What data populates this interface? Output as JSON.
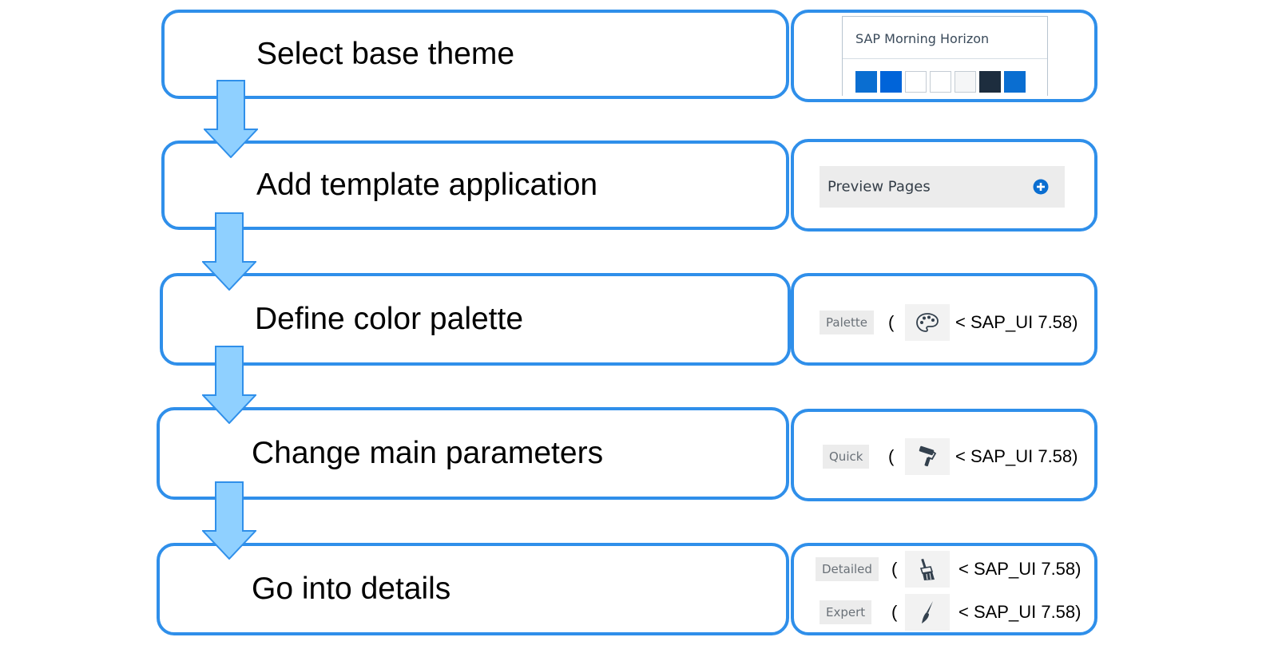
{
  "steps": [
    {
      "label": "Select base theme"
    },
    {
      "label": "Add template application"
    },
    {
      "label": "Define color palette"
    },
    {
      "label": "Change main parameters"
    },
    {
      "label": "Go into details"
    }
  ],
  "theme_card": {
    "name": "SAP Morning Horizon",
    "swatches": [
      "#0a6ed1",
      "#0064d9",
      "#ffffff",
      "#ffffff",
      "#f5f6f7",
      "#1d2d3e",
      "#0a6ed1"
    ]
  },
  "preview": {
    "label": "Preview Pages",
    "icon": "plus-circle-icon"
  },
  "tools": {
    "palette": {
      "tab": "Palette",
      "open_paren": "(",
      "icon": "palette-icon",
      "version": "< SAP_UI 7.58)"
    },
    "quick": {
      "tab": "Quick",
      "open_paren": "(",
      "icon": "paint-roller-icon",
      "version": "< SAP_UI 7.58)"
    },
    "detailed": {
      "tab": "Detailed",
      "open_paren": "(",
      "icon": "brush-icon",
      "version": "< SAP_UI 7.58)"
    },
    "expert": {
      "tab": "Expert",
      "open_paren": "(",
      "icon": "fine-brush-icon",
      "version": "< SAP_UI 7.58)"
    }
  },
  "colors": {
    "box_border": "#2f8fea",
    "arrow_fill": "#8fd0ff",
    "arrow_stroke": "#2f8fea"
  }
}
